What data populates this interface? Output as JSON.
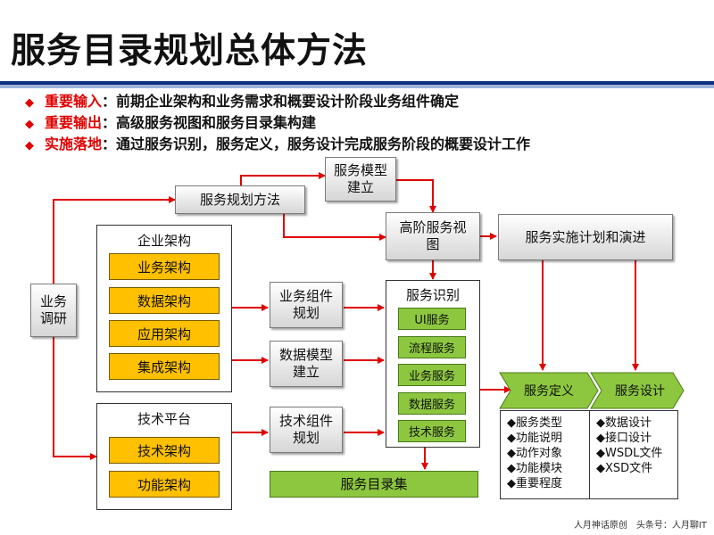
{
  "title": "服务目录规划总体方法",
  "bullets": [
    {
      "key": "重要输入",
      "text": "：前期企业架构和业务需求和概要设计阶段业务组件确定"
    },
    {
      "key": "重要输出",
      "text": "：高级服务视图和服务目录集构建"
    },
    {
      "key": "实施落地",
      "text": "：通过服务识别，服务定义，服务设计完成服务阶段的概要设计工作"
    }
  ],
  "nodes": {
    "business_research": "业务\n调研",
    "service_planning_method": "服务规划方法",
    "service_model": "服务模型\n建立",
    "high_level_view": "高阶服务视\n图",
    "implementation_plan": "服务实施计划和演进",
    "business_component": "业务组件\n规划",
    "data_model": "数据模型\n建立",
    "tech_component": "技术组件\n规划",
    "service_catalog": "服务目录集"
  },
  "enterprise_arch": {
    "title": "企业架构",
    "items": [
      "业务架构",
      "数据架构",
      "应用架构",
      "集成架构"
    ]
  },
  "tech_platform": {
    "title": "技术平台",
    "items": [
      "技术架构",
      "功能架构"
    ]
  },
  "service_identification": {
    "title": "服务识别",
    "items": [
      "UI服务",
      "流程服务",
      "业务服务",
      "数据服务",
      "技术服务"
    ]
  },
  "service_definition": {
    "label": "服务定义",
    "items": [
      "◆服务类型",
      "◆功能说明",
      "◆动作对象",
      "◆功能模块",
      "◆重要程度"
    ]
  },
  "service_design": {
    "label": "服务设计",
    "items": [
      "◆数据设计",
      "◆接口设计",
      "◆WSDL文件",
      "◆XSD文件"
    ]
  },
  "footer": "人月神话原创　头条号：人月聊IT",
  "colors": {
    "arrow": "#e00000",
    "orange": "#ffc000",
    "green": "#8cc73f",
    "rule": "#0c2f80",
    "accent": "#e00000"
  }
}
